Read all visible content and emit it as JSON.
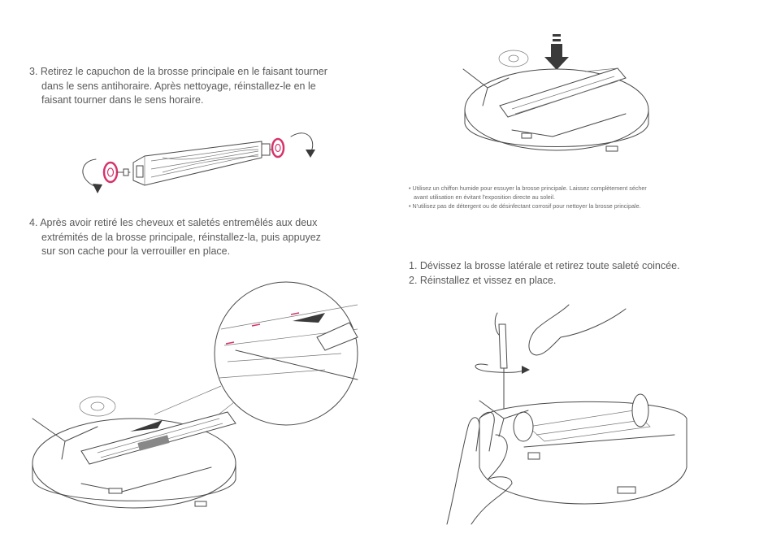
{
  "step3": {
    "line1": "3. Retirez le capuchon de la brosse principale en le faisant tourner",
    "line2": "dans le sens antihoraire. Après nettoyage, réinstallez-le en le",
    "line3": "faisant tourner dans le sens horaire."
  },
  "step4": {
    "line1": "4. Après avoir retiré les cheveux et saletés entremêlés aux deux",
    "line2": "extrémités de la brosse principale, réinstallez-la, puis appuyez",
    "line3": "sur son cache pour la verrouiller en place."
  },
  "notes": {
    "note1_line1": "• Utilisez un chiffon humide pour essuyer la brosse principale. Laissez complètement sécher",
    "note1_line2": "avant utilisation en évitant l'exposition directe au soleil.",
    "note2": "• N'utilisez pas de détergent ou de désinfectant corrosif pour nettoyer la brosse principale."
  },
  "side_brush": {
    "step1": "1. Dévissez la brosse latérale et retirez toute saleté coincée.",
    "step2": "2. Réinstallez et vissez en place."
  },
  "colors": {
    "text": "#5a5a5a",
    "line_art": "#4a4a4a",
    "cap_accent": "#d6336c",
    "arrow_fill": "#3a3a3a"
  }
}
